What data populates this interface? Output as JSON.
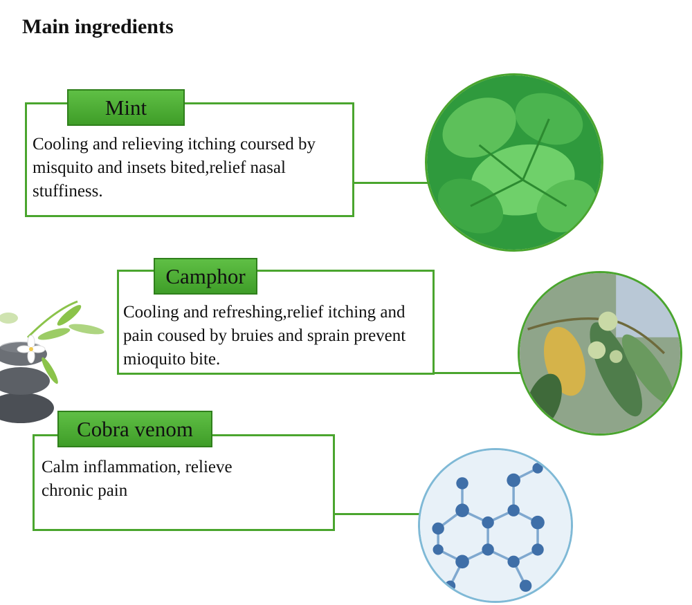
{
  "title": "Main ingredients",
  "ingredients": [
    {
      "name": "Mint",
      "description": "Cooling and relieving itching coursed by misquito and insets bited,relief nasal stuffiness.",
      "icon": "mint-leaves-icon"
    },
    {
      "name": "Camphor",
      "description": "Cooling and refreshing,relief itching and pain coused by bruies and sprain prevent mioquito bite.",
      "icon": "camphor-branch-icon"
    },
    {
      "name": "Cobra venom",
      "description": "Calm inflammation, relieve chronic pain",
      "icon": "molecule-icon"
    }
  ],
  "colors": {
    "accent": "#4aa52e",
    "tag_fill": "#4fb035",
    "tag_border": "#2f7f1b"
  }
}
